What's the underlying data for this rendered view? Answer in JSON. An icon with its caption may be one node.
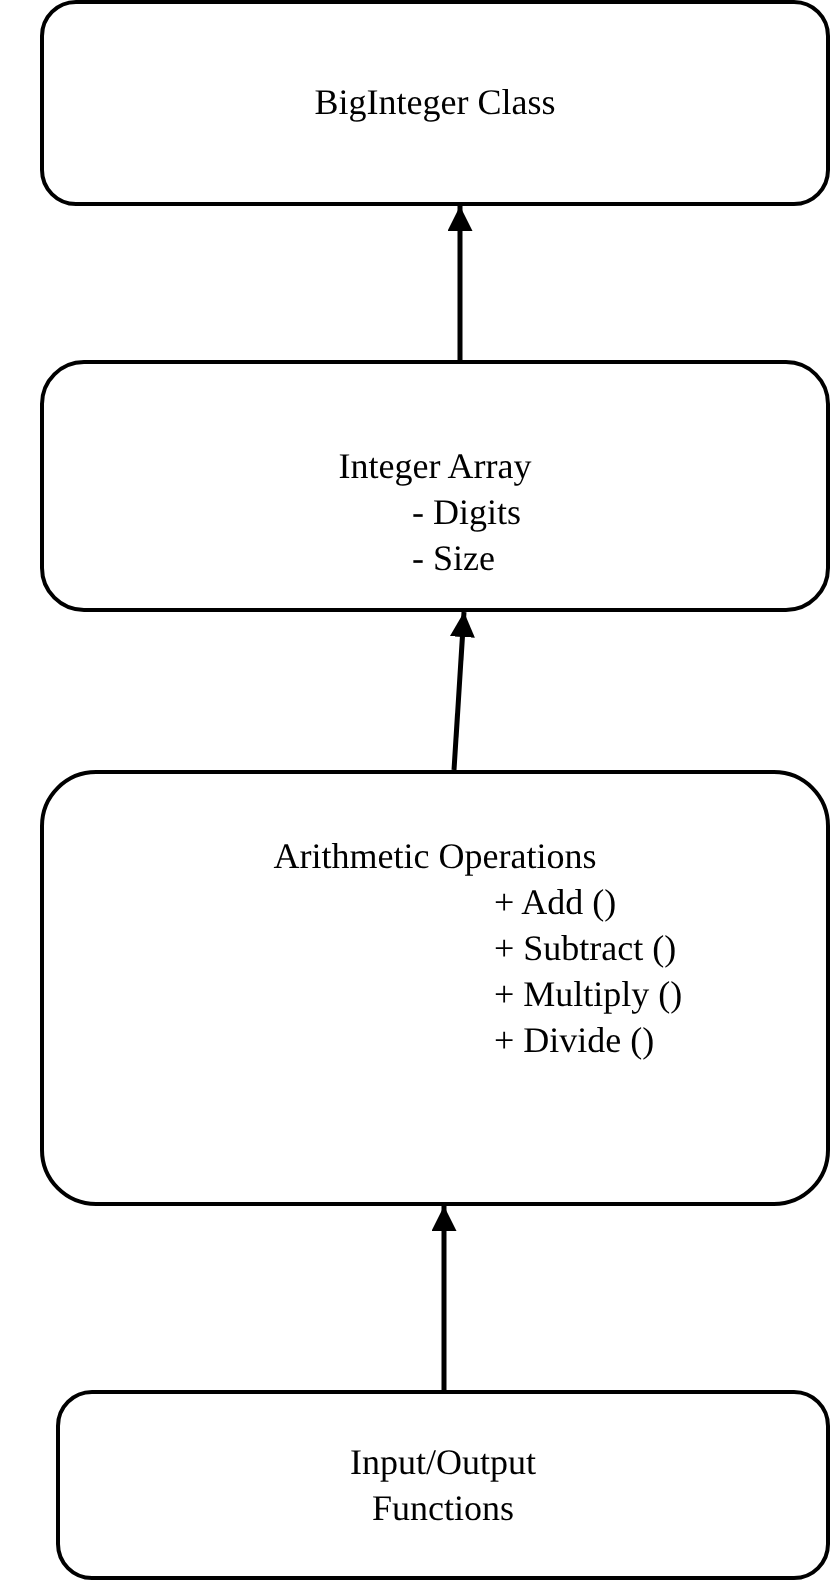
{
  "diagram": {
    "nodes": [
      {
        "text": [
          "BigInteger Class"
        ]
      },
      {
        "text": [
          "Integer Array",
          "- Digits",
          "- Size"
        ]
      },
      {
        "text": [
          "Arithmetic Operations",
          "+ Add ()",
          "+ Subtract ()",
          "+ Multiply ()",
          "+ Divide ()"
        ]
      },
      {
        "text": [
          "Input/Output Functions"
        ]
      }
    ],
    "edges": [
      {
        "from": 1,
        "to": 0,
        "arrow": "to"
      },
      {
        "from": 2,
        "to": 1,
        "arrow": "to"
      },
      {
        "from": 3,
        "to": 2,
        "arrow": "to"
      }
    ]
  }
}
